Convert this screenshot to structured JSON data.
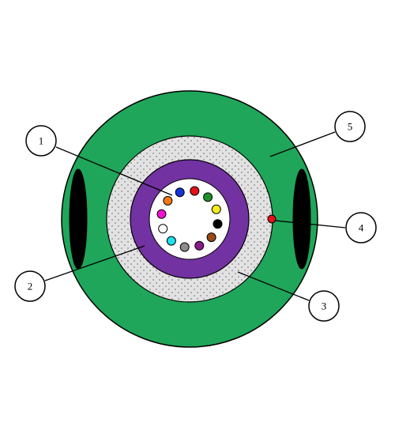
{
  "colors": {
    "jacket": "#1fa65a",
    "dots_layer": "#e2e2e2",
    "tube": "#7232a1",
    "core": "#ffffff",
    "strength_member": "#000000",
    "ripcord": "#e8101a",
    "outline": "#000000"
  },
  "fibers": [
    {
      "color": "#e8101a"
    },
    {
      "color": "#1f8f2a"
    },
    {
      "color": "#f5ee1a"
    },
    {
      "color": "#000000"
    },
    {
      "color": "#9a4b14"
    },
    {
      "color": "#8a1a8a"
    },
    {
      "color": "#8c8c8c"
    },
    {
      "color": "#1ee0f0"
    },
    {
      "color": "#ffffff"
    },
    {
      "color": "#f014d0"
    },
    {
      "color": "#f07814"
    },
    {
      "color": "#1434d8"
    }
  ],
  "callouts": [
    {
      "label": "1"
    },
    {
      "label": "2"
    },
    {
      "label": "3"
    },
    {
      "label": "4"
    },
    {
      "label": "5"
    }
  ]
}
